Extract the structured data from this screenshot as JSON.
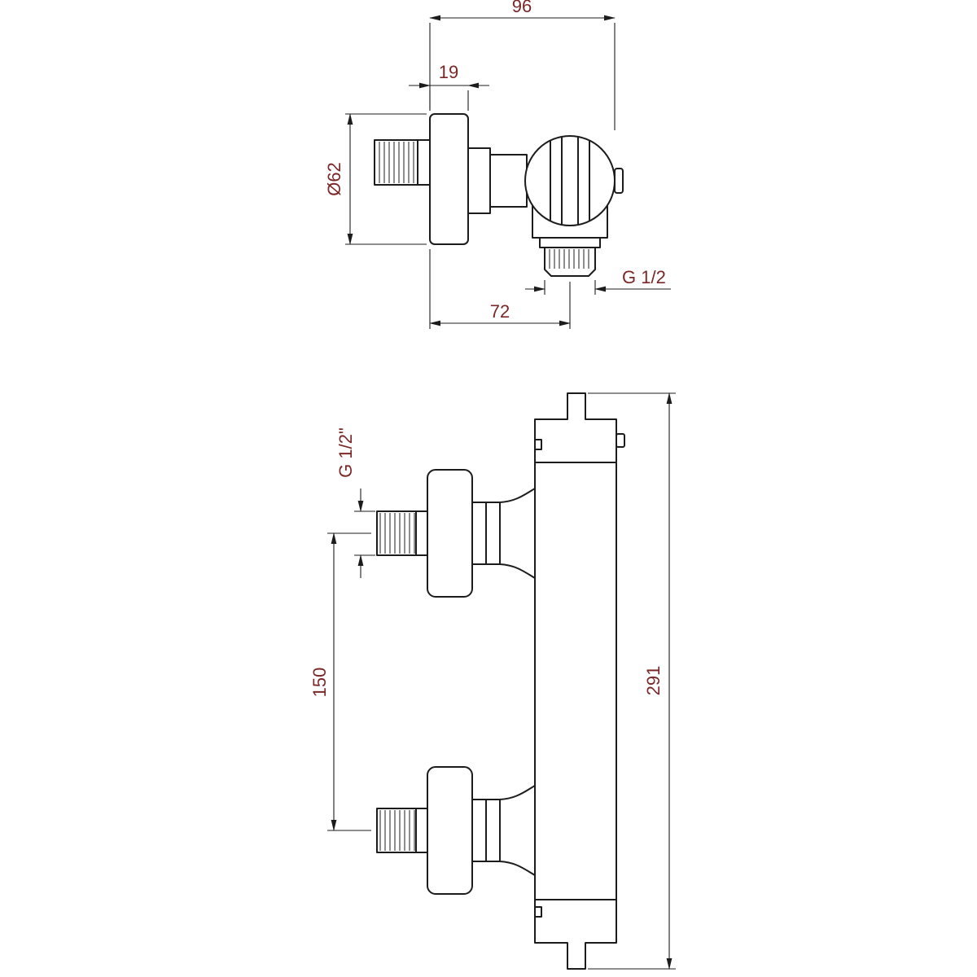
{
  "drawing": {
    "subject": "wall-mounted thermostatic shower mixer - dimensional drawing",
    "units": "mm",
    "colors": {
      "line": "#1c1c1c",
      "dimension_text": "#7a2727",
      "background": "#ffffff"
    },
    "top_view": {
      "dim_total_depth": "96",
      "dim_flange_thickness": "19",
      "dim_flange_diameter": "Ø62",
      "dim_outlet_thread": "G 1/2",
      "dim_outlet_offset": "72"
    },
    "front_view": {
      "dim_inlet_thread": "G 1/2\"",
      "dim_inlet_spacing": "150",
      "dim_total_height": "291"
    }
  }
}
